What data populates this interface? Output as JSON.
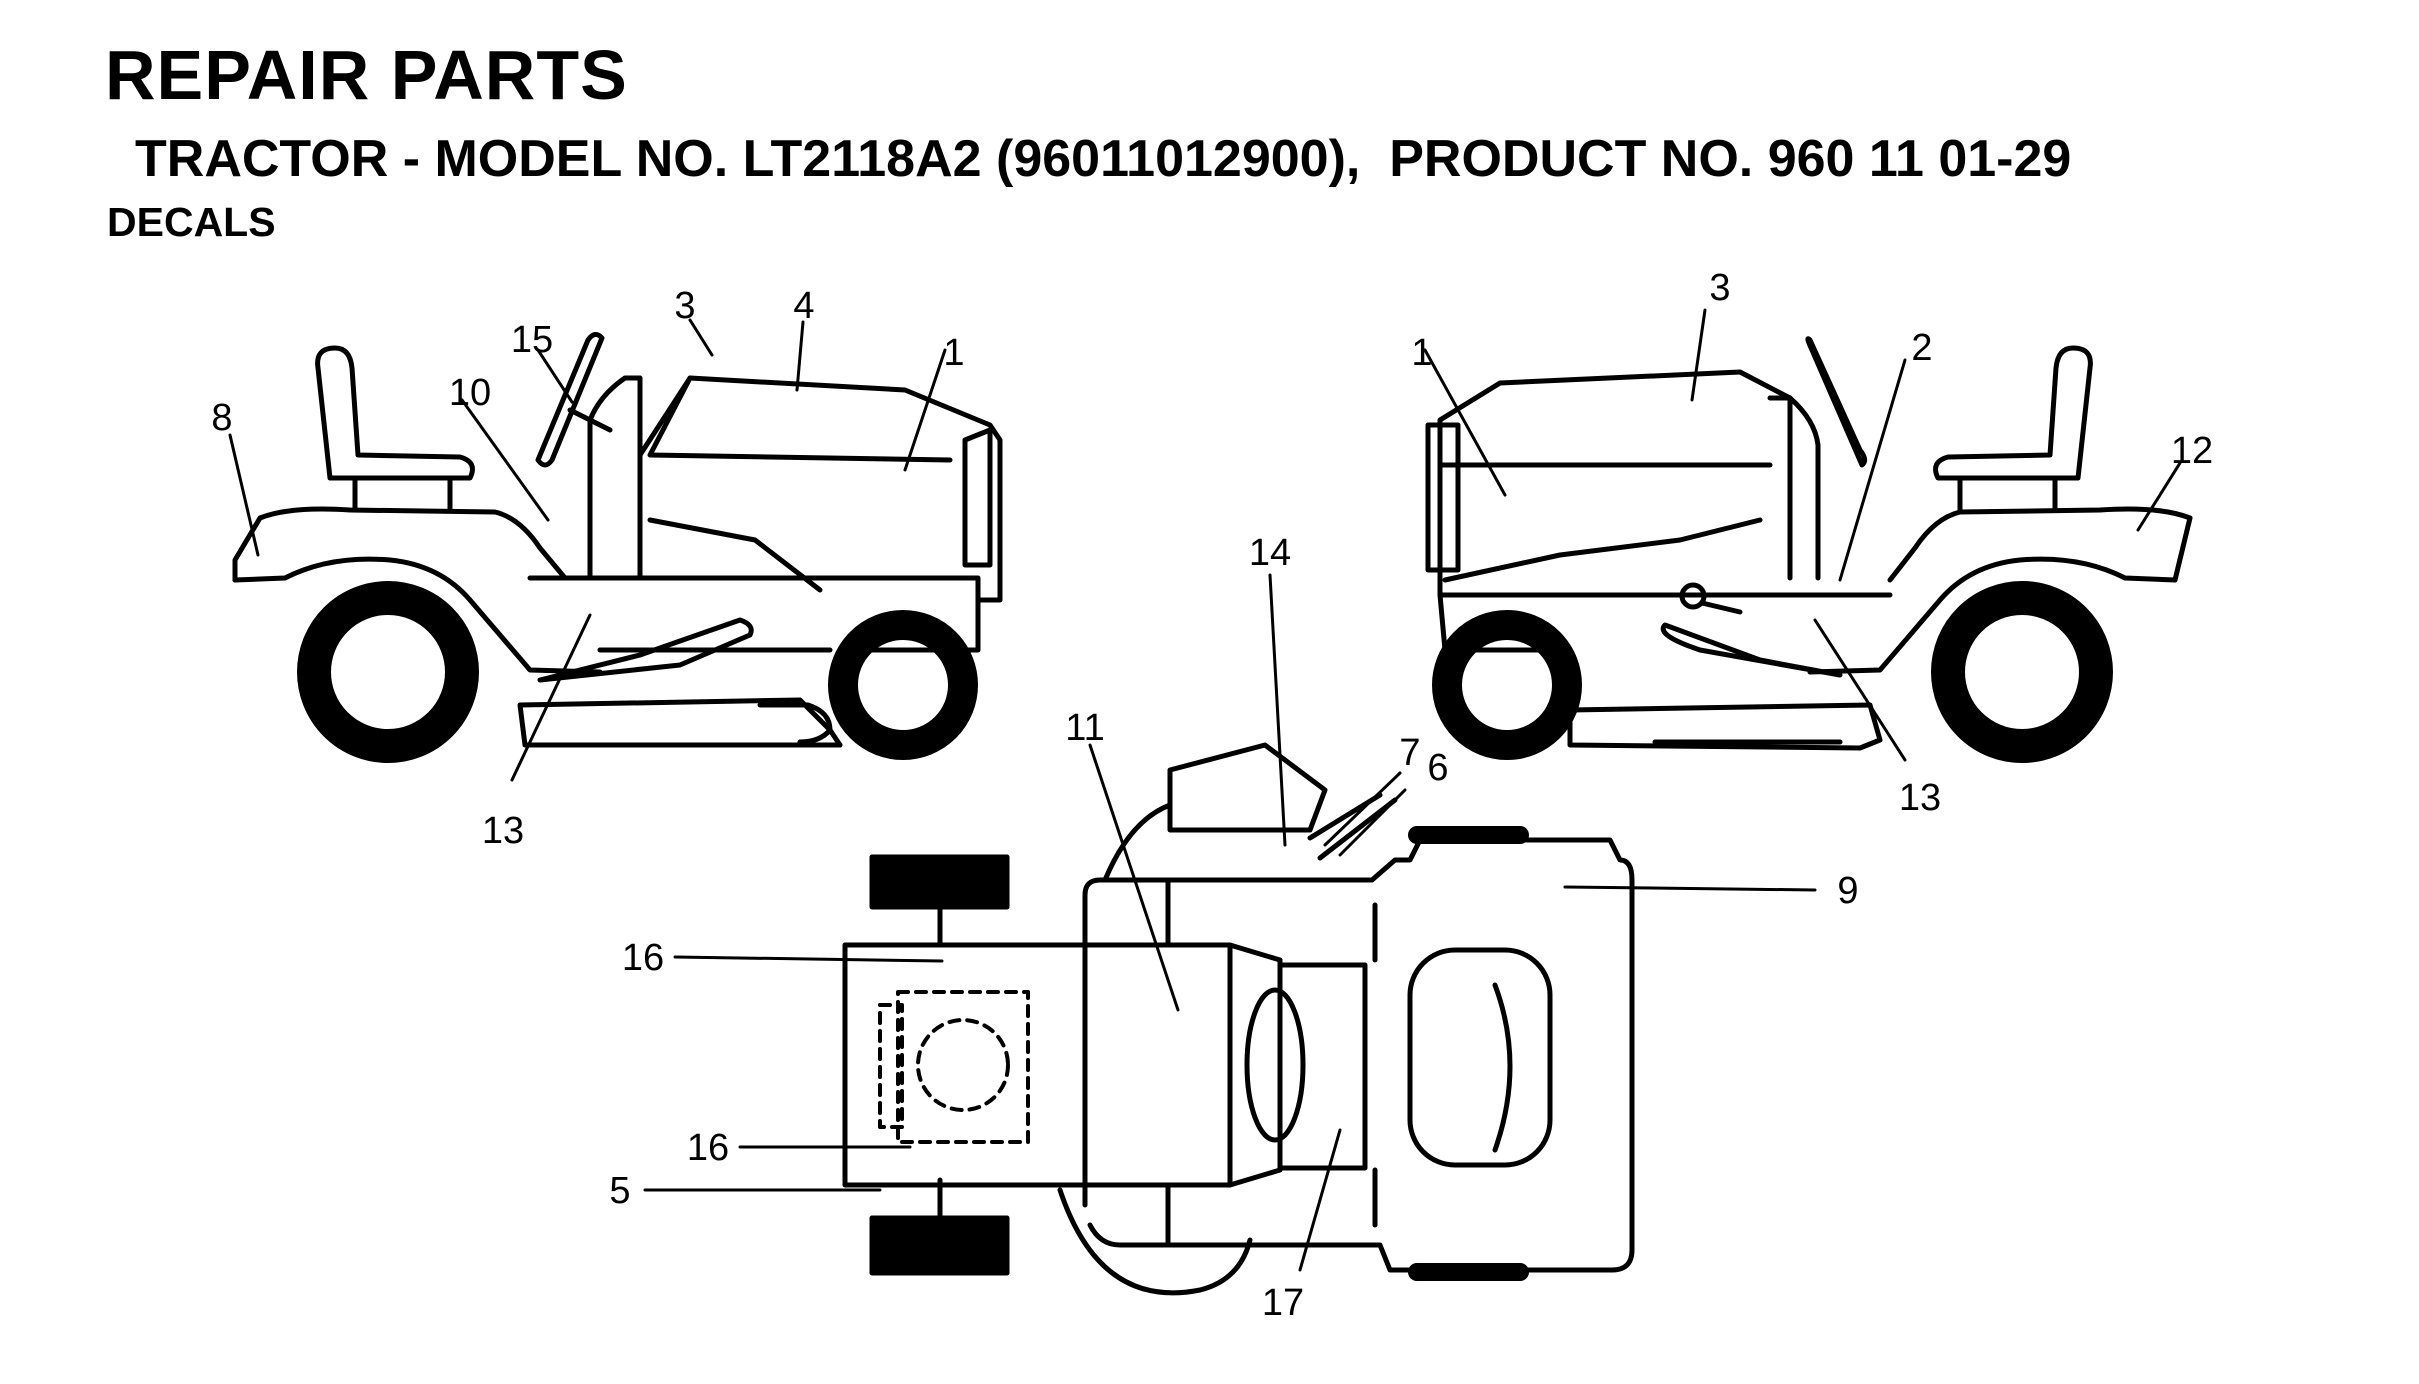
{
  "header": {
    "title": "REPAIR PARTS",
    "model_line": "TRACTOR - MODEL NO. LT2118A2 (96011012900),  PRODUCT NO. 960 11 01-29",
    "section": "DECALS"
  },
  "callouts": {
    "c1": "1",
    "c2": "2",
    "c3": "3",
    "c4": "4",
    "c5": "5",
    "c6": "6",
    "c7": "7",
    "c8": "8",
    "c9": "9",
    "c10": "10",
    "c11": "11",
    "c12": "12",
    "c13": "13",
    "c14": "14",
    "c15": "15",
    "c16": "16",
    "c17": "17"
  },
  "colors": {
    "ink": "#000000",
    "background": "#ffffff"
  }
}
